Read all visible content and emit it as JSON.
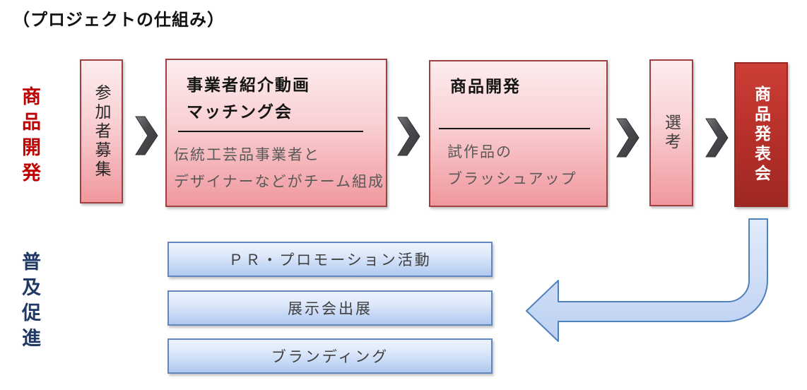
{
  "title": "（プロジェクトの仕組み）",
  "colors": {
    "product_dev_label": "#c00000",
    "promotion_label": "#1f3864",
    "pink_box_border": "#a03e40",
    "presentation_box": "#9e2822",
    "blue_box_border": "#6287bd",
    "elbow_arrow_fill": "#c9d9f6"
  },
  "product_dev": {
    "label": "商品開発",
    "step1": "参加者募集",
    "step2": {
      "title1": "事業者紹介動画",
      "title2": "マッチング会",
      "body1": "伝統工芸品事業者と",
      "body2": "デザイナーなどがチーム組成"
    },
    "step3": {
      "title1": "商品開発",
      "body1": "試作品の",
      "body2": "ブラッシュアップ"
    },
    "step4": "選考",
    "step5": "商品発表会"
  },
  "promotion": {
    "label": "普及促進",
    "box1": "ＰＲ・プロモーション活動",
    "box2": "展示会出展",
    "box3": "ブランディング"
  }
}
